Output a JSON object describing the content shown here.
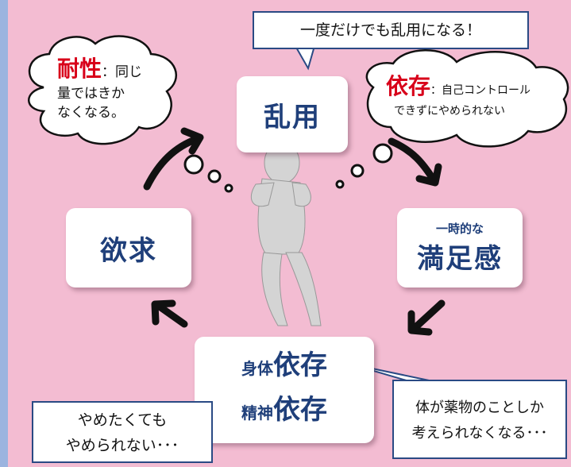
{
  "center": {
    "main_label": "乱用"
  },
  "top_callout": {
    "text": "一度だけでも乱用になる！"
  },
  "left_cloud": {
    "title": "耐性",
    "text_line1": "：同じ",
    "text_line2": "量ではきか",
    "text_line3": "なくなる。"
  },
  "right_cloud": {
    "title": "依存",
    "text_line1": "：自己コントロール",
    "text_line2": "できずにやめられない"
  },
  "left_box": {
    "label": "欲求"
  },
  "right_box": {
    "sub_label": "一時的な",
    "label": "満足感"
  },
  "bottom_box": {
    "line1_prefix": "身体",
    "line1_main": "依存",
    "line2_prefix": "精神",
    "line2_main": "依存"
  },
  "bottom_left_callout": {
    "line1": "やめたくても",
    "line2": "やめられない･･･"
  },
  "bottom_right_callout": {
    "line1": "体が薬物のことしか",
    "line2": "考えられなくなる･･･"
  }
}
